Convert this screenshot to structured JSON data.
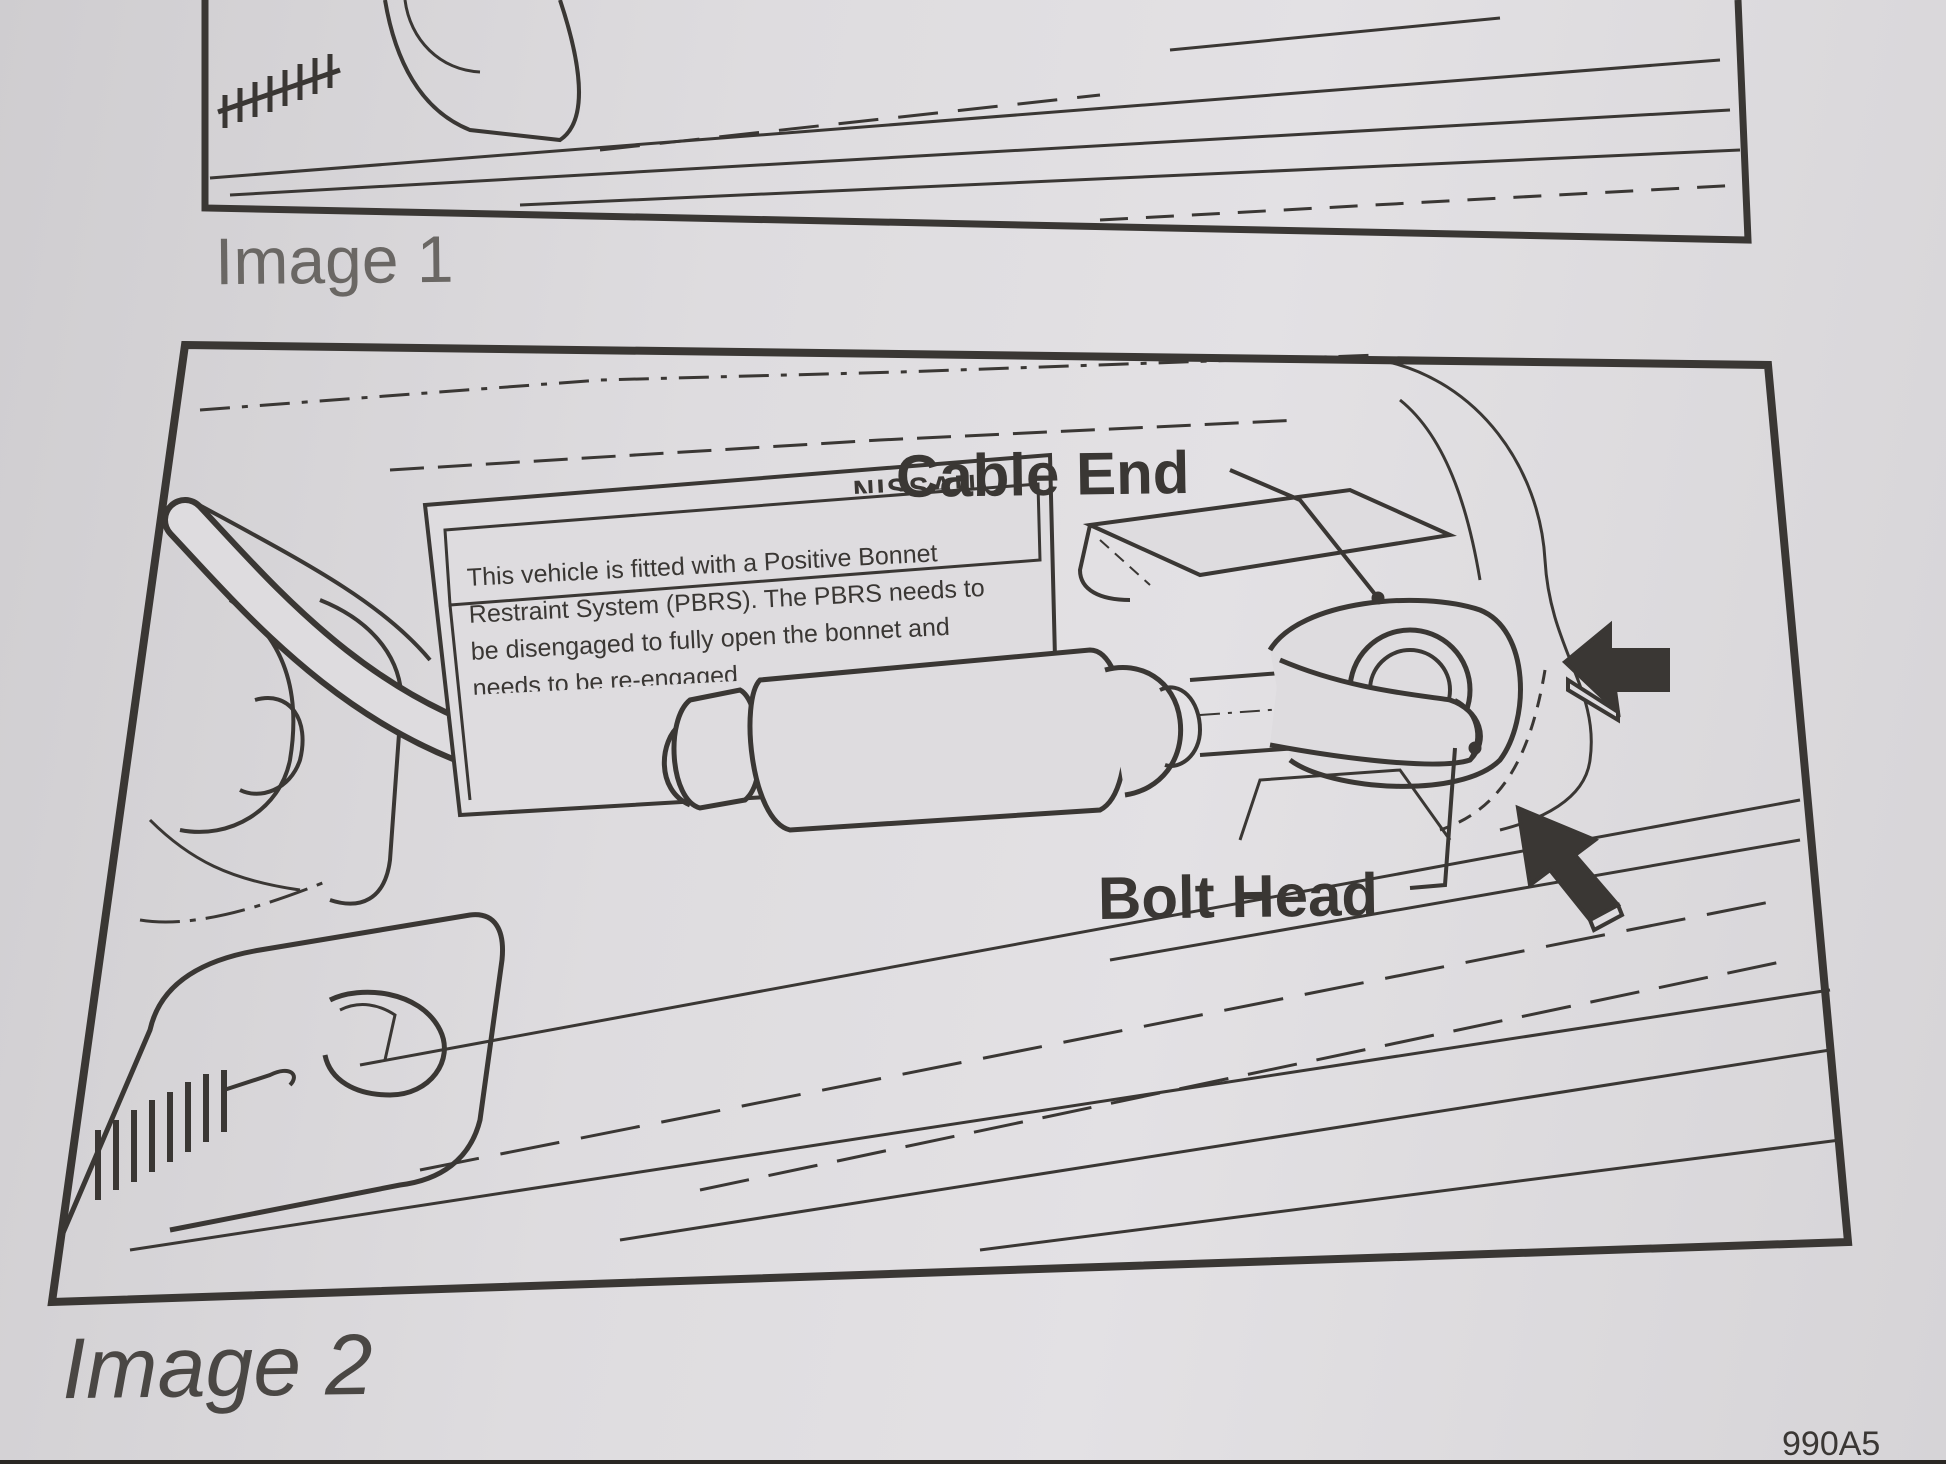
{
  "figures": [
    {
      "caption": "Image 1"
    },
    {
      "caption": "Image 2"
    }
  ],
  "callouts": {
    "cable_end": "Cable End",
    "bolt_head": "Bolt Head"
  },
  "label": {
    "brand_fragment": "NISSAN",
    "line1": "This vehicle is fitted with a Positive Bonnet",
    "line2": "Restraint System (PBRS). The PBRS needs to",
    "line3": "be disengaged to fully open the bonnet and",
    "line4": "needs to be re-engaged"
  },
  "footer": {
    "reference": "990A5"
  },
  "colors": {
    "ink": "#3a3734",
    "paper": "#dedcdf"
  }
}
